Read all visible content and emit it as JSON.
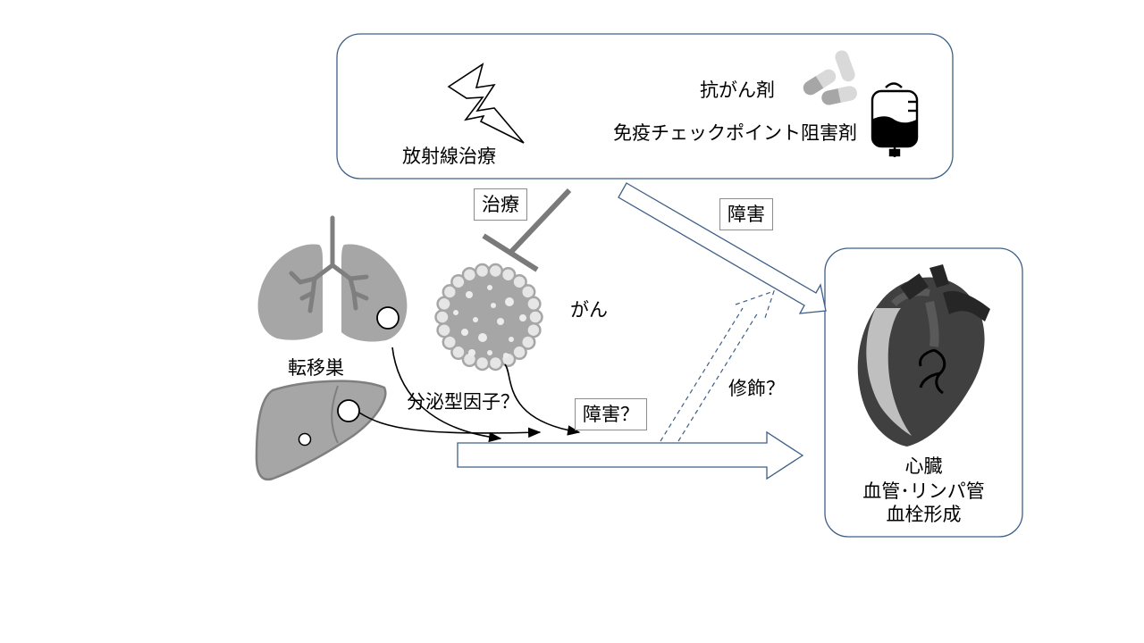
{
  "treatment": {
    "radiation": "放射線治療",
    "anticancer": "抗がん剤",
    "checkpoint": "免疫チェックポイント阻害剤"
  },
  "labels": {
    "treat": "治療",
    "damage": "障害",
    "damage_q": "障害？",
    "cancer": "がん",
    "metastasis": "転移巣",
    "secreted": "分泌型因子？",
    "modify": "修飾？"
  },
  "target": {
    "line1": "心臓",
    "line2": "血管･リンパ管",
    "line3": "血栓形成"
  },
  "icons": [
    "lightning-icon",
    "pills-icon",
    "iv-bag-icon",
    "lungs-icon",
    "liver-icon",
    "tumor-icon",
    "heart-icon"
  ]
}
